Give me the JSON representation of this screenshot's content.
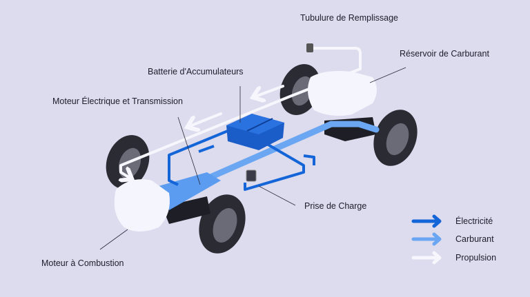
{
  "labels": {
    "filler_neck": "Tubulure de Remplissage",
    "fuel_tank": "Réservoir de Carburant",
    "battery": "Batterie d'Accumulateurs",
    "electric_motor": "Moteur Électrique et Transmission",
    "charging_port": "Prise de Charge",
    "combustion_engine": "Moteur à Combustion"
  },
  "legend": [
    {
      "label": "Électricité",
      "color": "#1466d8"
    },
    {
      "label": "Carburant",
      "color": "#6aa6f2"
    },
    {
      "label": "Propulsion",
      "color": "#f6f6fc"
    }
  ]
}
